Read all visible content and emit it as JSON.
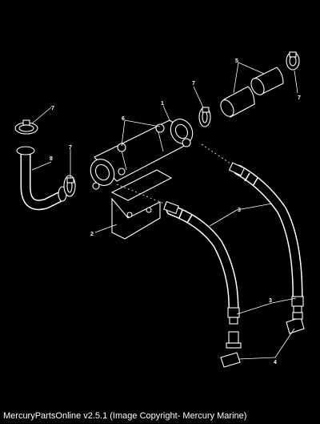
{
  "callouts": {
    "c1": "1",
    "c2": "2",
    "c3a": "3",
    "c3b": "3",
    "c4": "4",
    "c5": "5",
    "c6": "6",
    "c7a": "7",
    "c7b": "7",
    "c7c": "7",
    "c7d": "7",
    "c8": "8"
  },
  "footer": {
    "text": "MercuryPartsOnline v2.5.1 (Image Copyright- Mercury Marine)"
  },
  "colors": {
    "background": "#000000",
    "line_art": "#ffffff"
  }
}
